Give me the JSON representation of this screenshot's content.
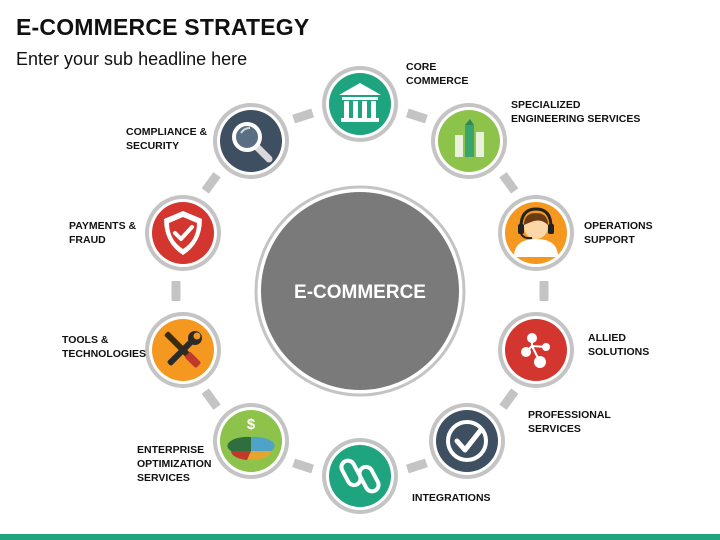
{
  "header": {
    "title": "E-COMMERCE STRATEGY",
    "subtitle": "Enter your sub headline here"
  },
  "hub": {
    "label": "E-COMMERCE"
  },
  "colors": {
    "teal": "#1ea47e",
    "green": "#8dc34a",
    "orange": "#f5981f",
    "red": "#d2362f",
    "navy": "#3d4f60",
    "ring": "#c4c4c4",
    "hub": "#7a7a7a"
  },
  "nodes": [
    {
      "id": "core-commerce",
      "lines": [
        "CORE",
        "COMMERCE"
      ],
      "icon": "bank-icon",
      "color": "#1ea47e"
    },
    {
      "id": "specialized-engineering",
      "lines": [
        "SPECIALIZED",
        "ENGINEERING SERVICES"
      ],
      "icon": "building-icon",
      "color": "#8dc34a"
    },
    {
      "id": "operations-support",
      "lines": [
        "OPERATIONS",
        "SUPPORT"
      ],
      "icon": "headset-icon",
      "color": "#f5981f"
    },
    {
      "id": "allied-solutions",
      "lines": [
        "ALLIED",
        "SOLUTIONS"
      ],
      "icon": "network-icon",
      "color": "#d2362f"
    },
    {
      "id": "professional-services",
      "lines": [
        "PROFESSIONAL",
        "SERVICES"
      ],
      "icon": "checkmark-icon",
      "color": "#3d4f60"
    },
    {
      "id": "integrations",
      "lines": [
        "INTEGRATIONS"
      ],
      "icon": "chain-link-icon",
      "color": "#1ea47e"
    },
    {
      "id": "enterprise-optimization",
      "lines": [
        "ENTERPRISE",
        "OPTIMIZATION",
        "SERVICES"
      ],
      "icon": "pie-chart-dollar-icon",
      "color": "#8dc34a"
    },
    {
      "id": "tools-technologies",
      "lines": [
        "TOOLS &",
        "TECHNOLOGIES"
      ],
      "icon": "wrench-screwdriver-icon",
      "color": "#f5981f"
    },
    {
      "id": "payments-fraud",
      "lines": [
        "PAYMENTS &",
        "FRAUD"
      ],
      "icon": "shield-check-icon",
      "color": "#d2362f"
    },
    {
      "id": "compliance-security",
      "lines": [
        "COMPLIANCE &",
        "SECURITY"
      ],
      "icon": "magnifier-icon",
      "color": "#3d4f60"
    }
  ]
}
